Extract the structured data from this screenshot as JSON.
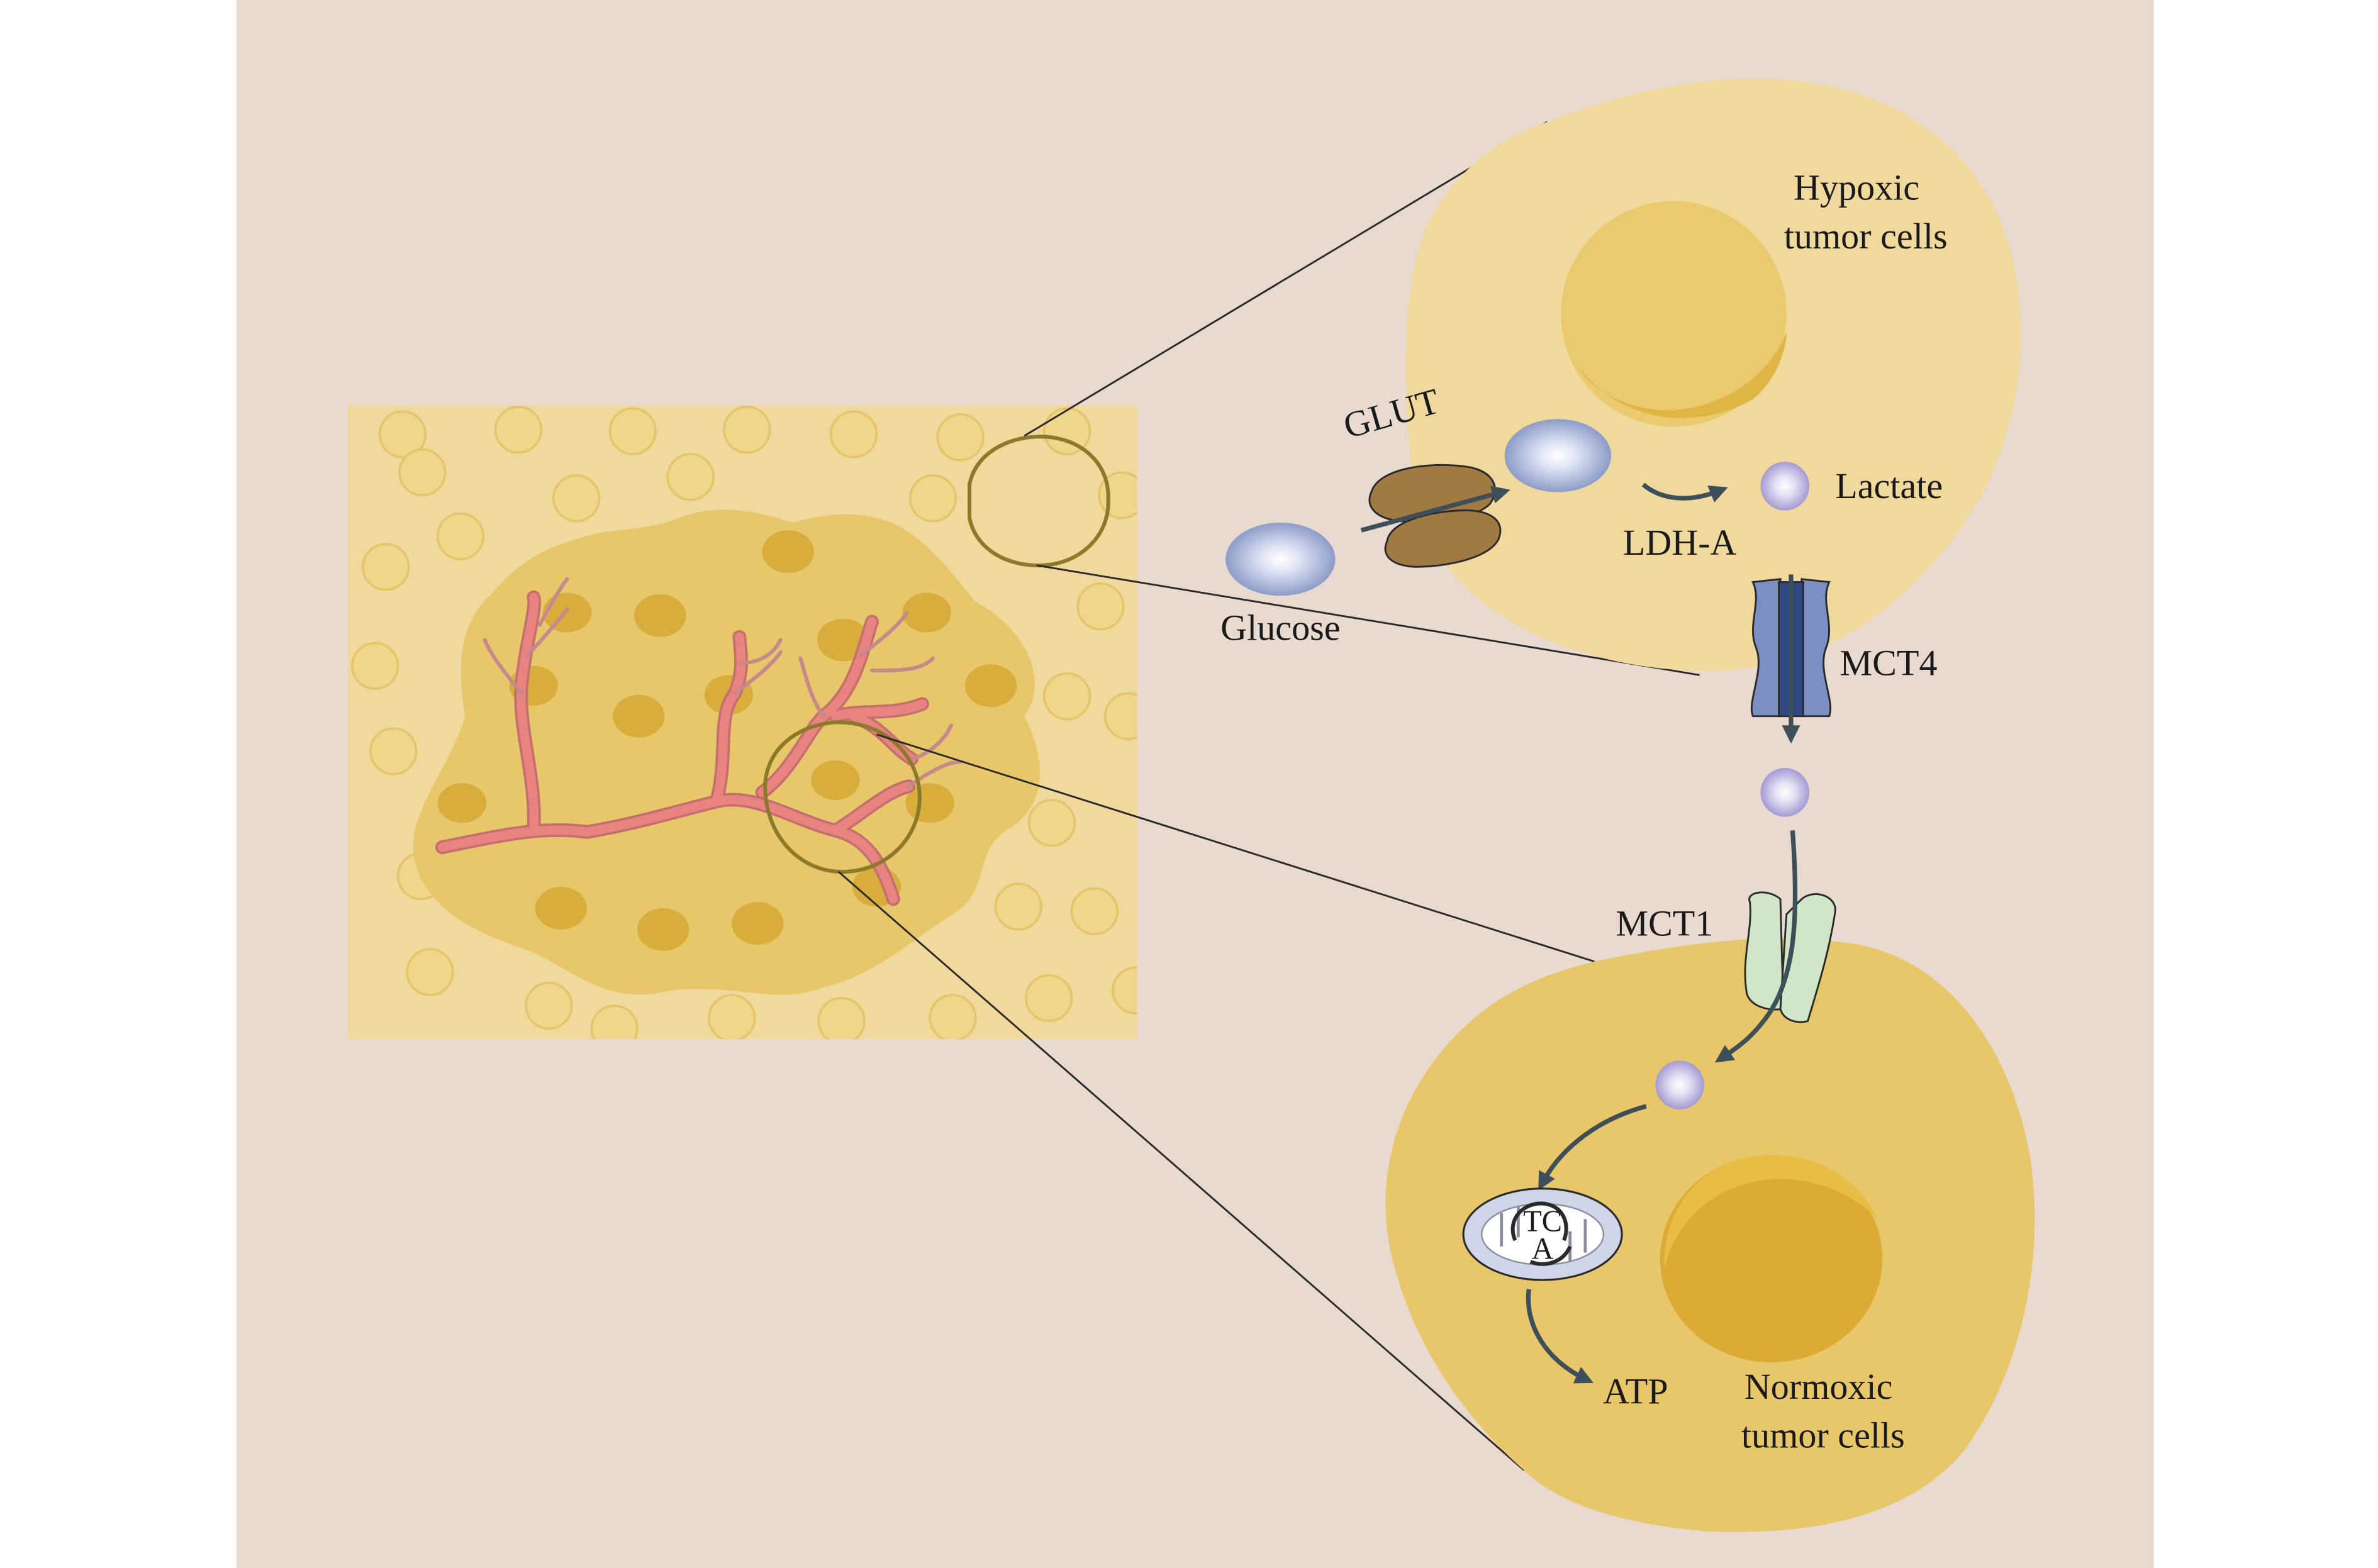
{
  "labels": {
    "hypoxic_line1": "Hypoxic",
    "hypoxic_line2": "tumor cells",
    "glut": "GLUT",
    "lactate": "Lactate",
    "ldha": "LDH-A",
    "glucose": "Glucose",
    "mct4": "MCT4",
    "mct1": "MCT1",
    "tca_line1": "TC",
    "tca_line2": "A",
    "atp": "ATP",
    "normoxic_line1": "Normoxic",
    "normoxic_line2": "tumor cells"
  },
  "colors": {
    "background": "#e9dad0",
    "tissue": "#f0d99c",
    "tumor_mass": "#e8c66a",
    "hypoxic_cell": "#f0d99c",
    "normoxic_cell": "#e8c66a",
    "vessel": "#e0757a",
    "glut": "#9c7640",
    "mct4": "#7c8fc2",
    "mct1": "#cfe6c9",
    "arrow": "#3d4f58",
    "lactate": "#b8b0dd"
  }
}
